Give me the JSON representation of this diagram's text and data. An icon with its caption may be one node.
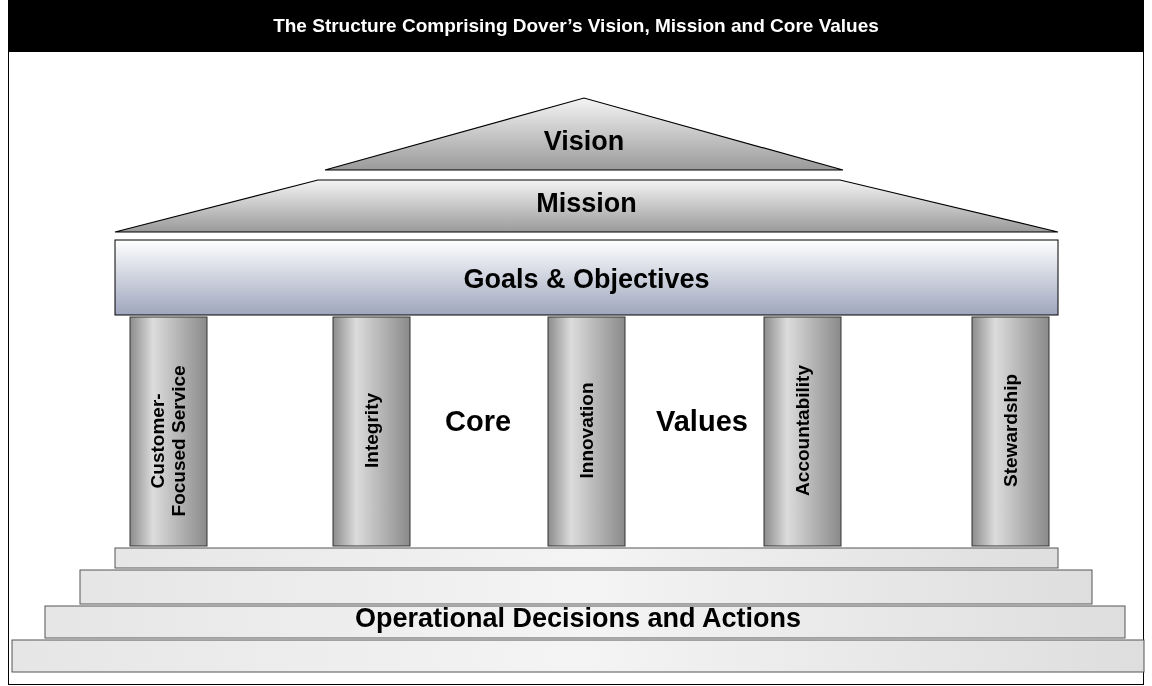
{
  "diagram": {
    "title": "The Structure Comprising Dover’s Vision, Mission and Core Values",
    "nodes": [
      {
        "text": [
          "Vision"
        ]
      },
      {
        "text": [
          "Mission"
        ]
      },
      {
        "text": [
          "Goals & Objectives"
        ]
      },
      {
        "text": [
          "Customer- Focused Service"
        ]
      },
      {
        "text": [
          "Integrity"
        ]
      },
      {
        "text": [
          "Innovation"
        ]
      },
      {
        "text": [
          "Accountability"
        ]
      },
      {
        "text": [
          "Stewardship"
        ]
      },
      {
        "text": [
          "Operational Decisions and Actions"
        ]
      }
    ],
    "labels": [
      "Core",
      "Values"
    ]
  }
}
